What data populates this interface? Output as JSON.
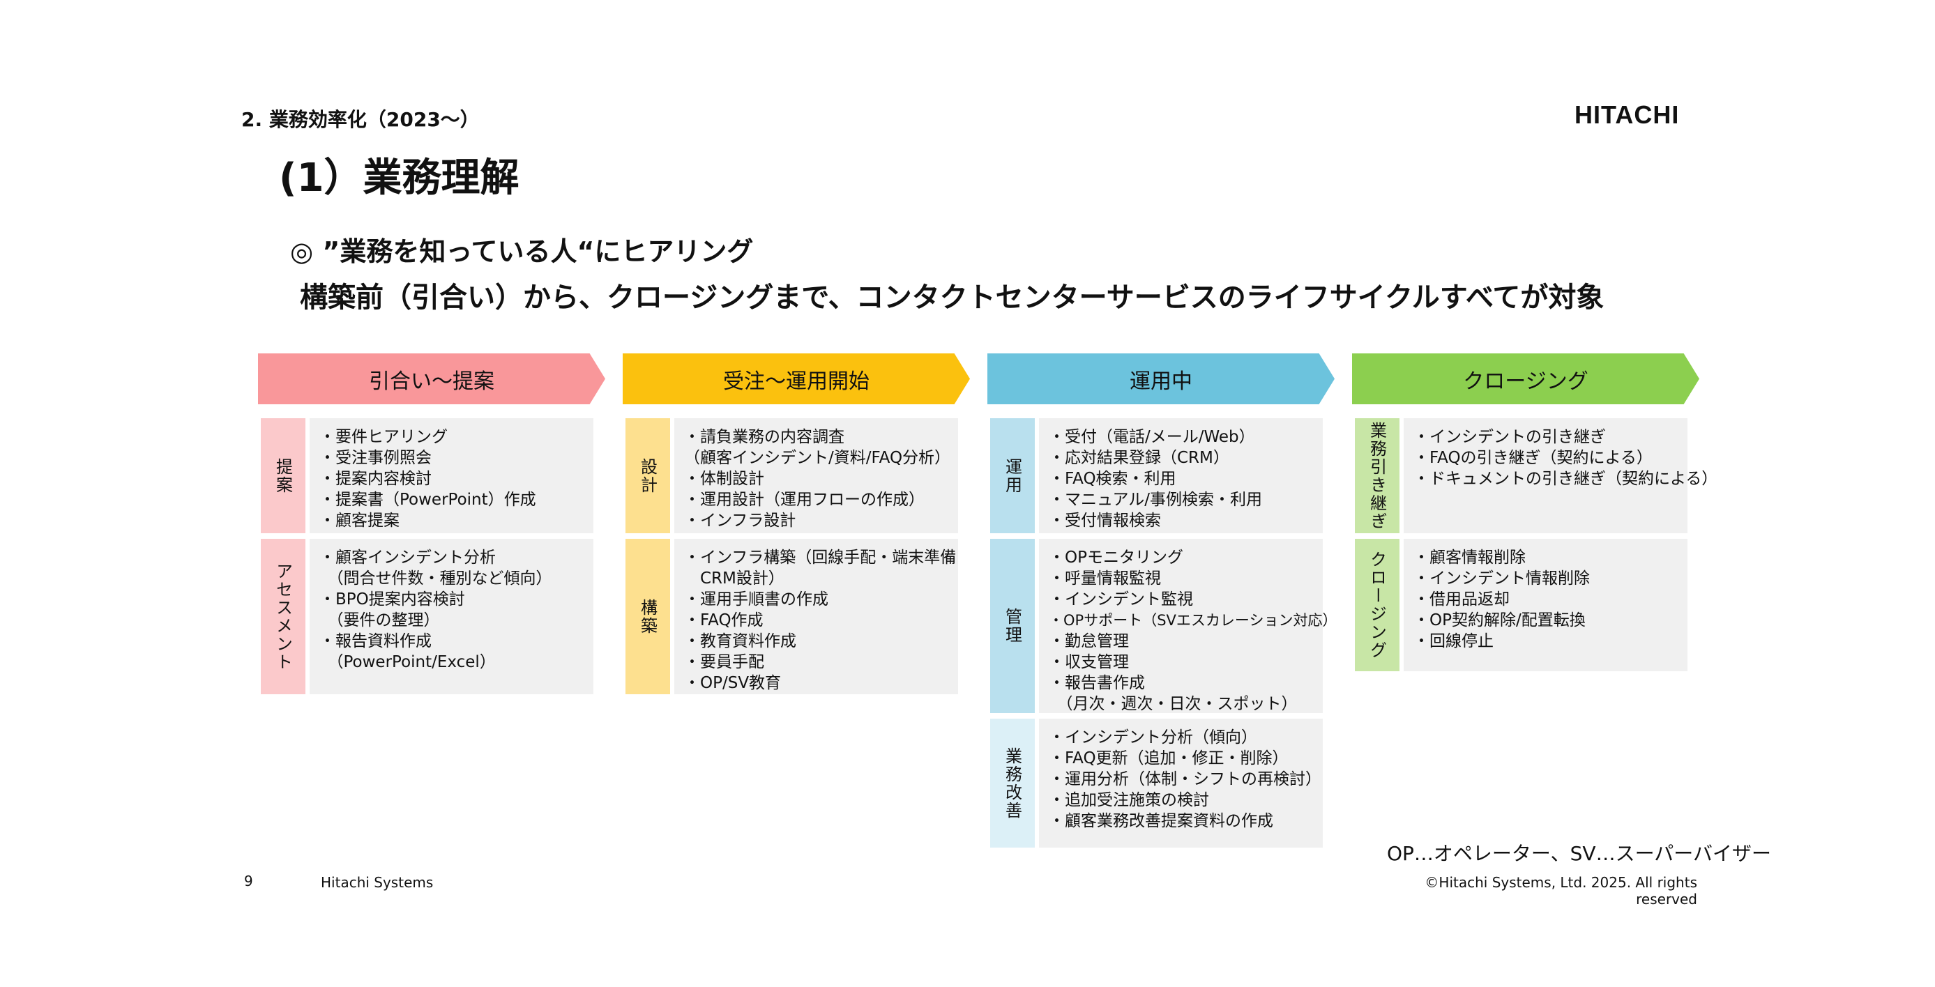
{
  "header": {
    "section": "2. 業務効率化（2023～）",
    "logo": "HITACHI",
    "title": "(1）業務理解",
    "subtitle_line1": "◎ ”業務を知っている人“にヒアリング",
    "subtitle_line2": "構築前（引合い）から、クロージングまで、コンタクトセンターサービスのライフサイクルすべてが対象"
  },
  "colors": {
    "phase1": "#f9979a",
    "phase1_cat": "#fbc9cb",
    "phase2": "#fbc10e",
    "phase2_cat": "#fde08f",
    "phase3": "#6cc3dd",
    "phase3_cat": "#b9e0ee",
    "phase3_cat_light": "#dcf0f7",
    "phase4": "#8ccf4f",
    "phase4_cat": "#c8e6a6",
    "box": "#f0f0f0"
  },
  "phases": [
    {
      "label": "引合い～提案",
      "groups": [
        {
          "category": "提案",
          "items": [
            "・要件ヒアリング",
            "・受注事例照会",
            "・提案内容検討",
            "・提案書（PowerPoint）作成",
            "・顧客提案"
          ]
        },
        {
          "category": "アセスメント",
          "items": [
            "・顧客インシデント分析",
            "　（問合せ件数・種別など傾向）",
            "・BPO提案内容検討",
            "　（要件の整理）",
            "・報告資料作成",
            "　（PowerPoint/Excel）"
          ]
        }
      ]
    },
    {
      "label": "受注～運用開始",
      "groups": [
        {
          "category": "設計",
          "items": [
            "・請負業務の内容調査",
            "（顧客インシデント/資料/FAQ分析）",
            "・体制設計",
            "・運用設計（運用フローの作成）",
            "・インフラ設計"
          ]
        },
        {
          "category": "構築",
          "items": [
            "・インフラ構築（回線手配・端末準備",
            "　CRM設計）",
            "・運用手順書の作成",
            "・FAQ作成",
            "・教育資料作成",
            "・要員手配",
            "・OP/SV教育"
          ]
        }
      ]
    },
    {
      "label": "運用中",
      "groups": [
        {
          "category": "運用",
          "items": [
            "・受付（電話/メール/Web）",
            "・応対結果登録（CRM）",
            "・FAQ検索・利用",
            "・マニュアル/事例検索・利用",
            "・受付情報検索"
          ]
        },
        {
          "category": "管理",
          "items": [
            "・OPモニタリング",
            "・呼量情報監視",
            "・インシデント監視",
            "・OPサポート（SVエスカレーション対応）",
            "・勤怠管理",
            "・収支管理",
            "・報告書作成",
            "　（月次・週次・日次・スポット）"
          ]
        },
        {
          "category": "業務改善",
          "items": [
            "・インシデント分析（傾向）",
            "・FAQ更新（追加・修正・削除）",
            "・運用分析（体制・シフトの再検討）",
            "・追加受注施策の検討",
            "・顧客業務改善提案資料の作成"
          ]
        }
      ]
    },
    {
      "label": "クロージング",
      "groups": [
        {
          "category": "業務引き継ぎ",
          "items": [
            "・インシデントの引き継ぎ",
            "・FAQの引き継ぎ（契約による）",
            "・ドキュメントの引き継ぎ（契約による）"
          ]
        },
        {
          "category": "クロージング",
          "items": [
            "・顧客情報削除",
            "・インシデント情報削除",
            "・借用品返却",
            "・OP契約解除/配置転換",
            "・回線停止"
          ]
        }
      ]
    }
  ],
  "footer": {
    "note": "OP…オペレーター、SV…スーパーバイザー",
    "page_number": "9",
    "company": "Hitachi Systems",
    "copyright": "©Hitachi Systems, Ltd. 2025. All rights reserved"
  }
}
